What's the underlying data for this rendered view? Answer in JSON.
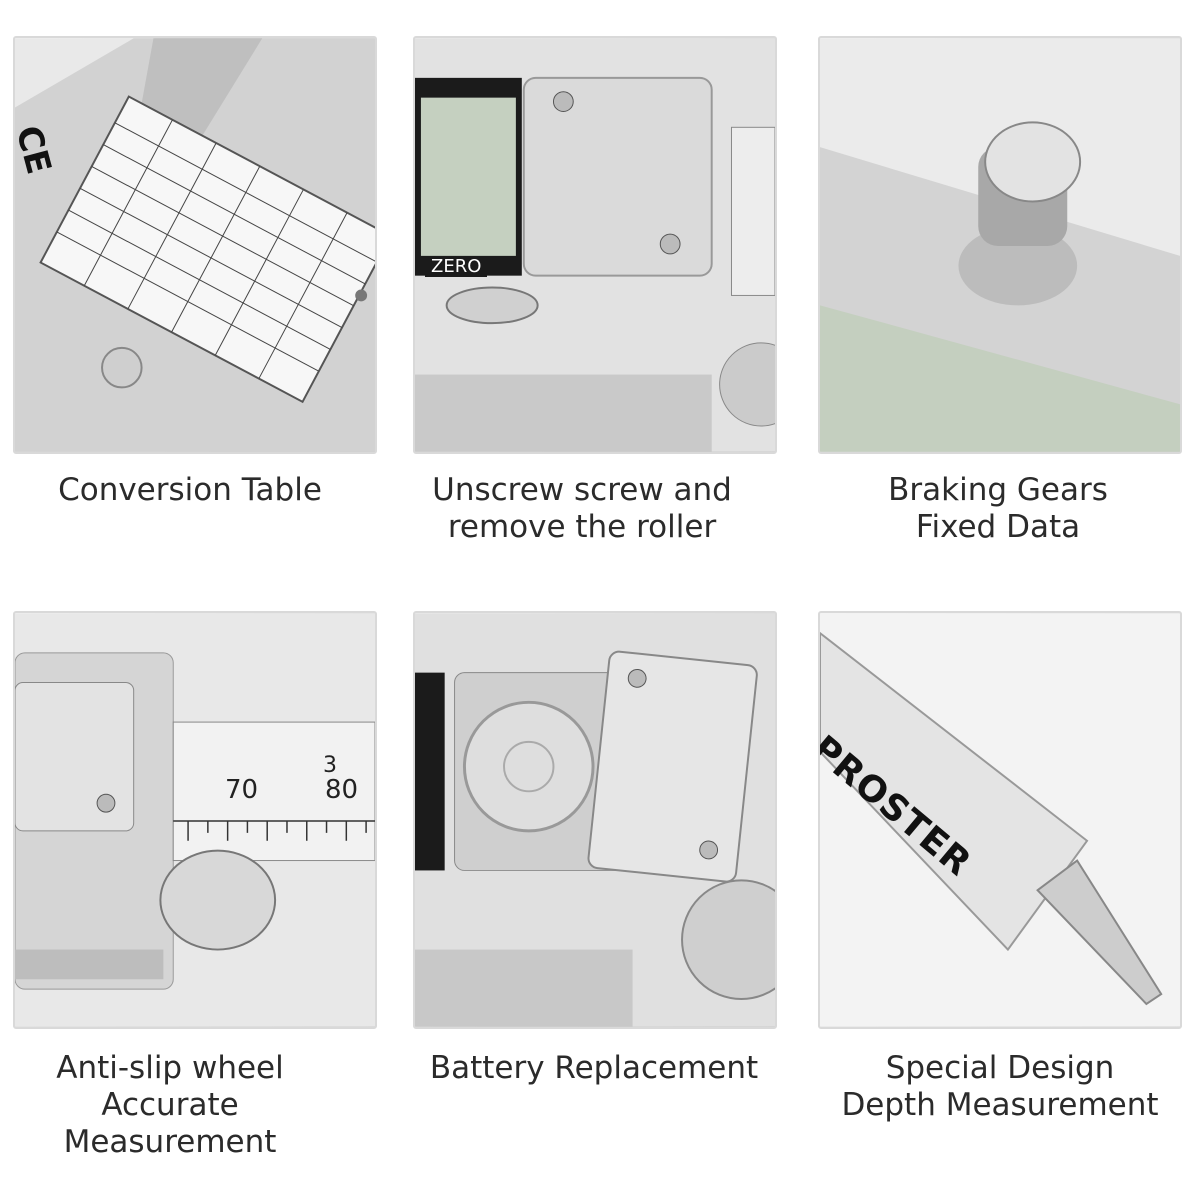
{
  "panels": [
    {
      "caption": [
        "Conversion Table"
      ],
      "screen_label": "",
      "brand": "",
      "overlay": [
        "CE"
      ]
    },
    {
      "caption": [
        "Unscrew screw and",
        "remove the roller"
      ],
      "overlay": [
        "ZERO"
      ]
    },
    {
      "caption": [
        "Braking Gears",
        "Fixed Data"
      ],
      "overlay": []
    },
    {
      "caption": [
        "Anti-slip wheel",
        "Accurate",
        "Measurement"
      ],
      "overlay": [
        "70",
        "80",
        "3"
      ]
    },
    {
      "caption": [
        "Battery Replacement"
      ],
      "overlay": []
    },
    {
      "caption": [
        "Special Design",
        "Depth Measurement"
      ],
      "overlay": [
        "PROSTER"
      ]
    }
  ],
  "colors": {
    "metal_light": "#f2f2f2",
    "metal_dark": "#a9a9a9",
    "lcd": "#c8d3c2",
    "frame": "#d9d9d9"
  }
}
